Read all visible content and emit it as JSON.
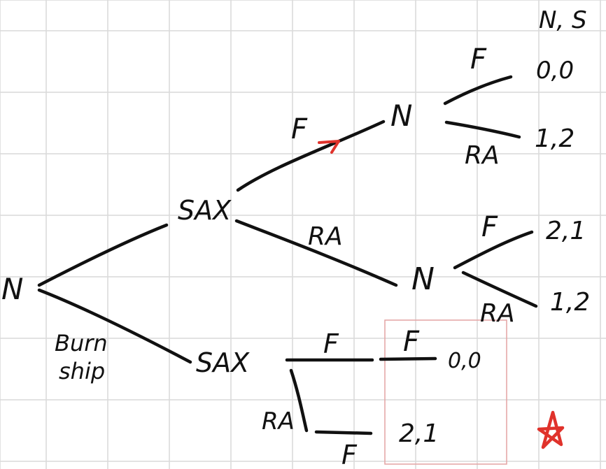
{
  "diagram": {
    "header_players": "N, S",
    "root": {
      "label": "N"
    },
    "root_note_line1": "Burn",
    "root_note_line2": "ship",
    "nodes": {
      "sax_top": "SAX",
      "sax_bottom": "SAX",
      "n_after_f": "N",
      "n_after_ra": "N"
    },
    "edge_labels": {
      "sax_top_to_n_f": "F",
      "sax_top_to_n_ra": "RA",
      "n_f_up_f": "F",
      "n_f_down_ra": "RA",
      "n_ra_up_f": "F",
      "n_ra_down_ra": "RA",
      "sax_bottom_f": "F",
      "sax_bottom_ra": "RA",
      "boxed_f": "F",
      "ra_branch_f": "F"
    },
    "payoffs": {
      "f_f": "0,0",
      "f_ra": "1,2",
      "ra_f": "2,1",
      "ra_ra": "1,2",
      "bottom_f_f": "0,0",
      "bottom_ra_f": "2,1"
    },
    "colors": {
      "ink": "#111111",
      "grid": "#d9d9d9",
      "highlight": "#e0322b",
      "box": "#e4a3a3"
    }
  }
}
